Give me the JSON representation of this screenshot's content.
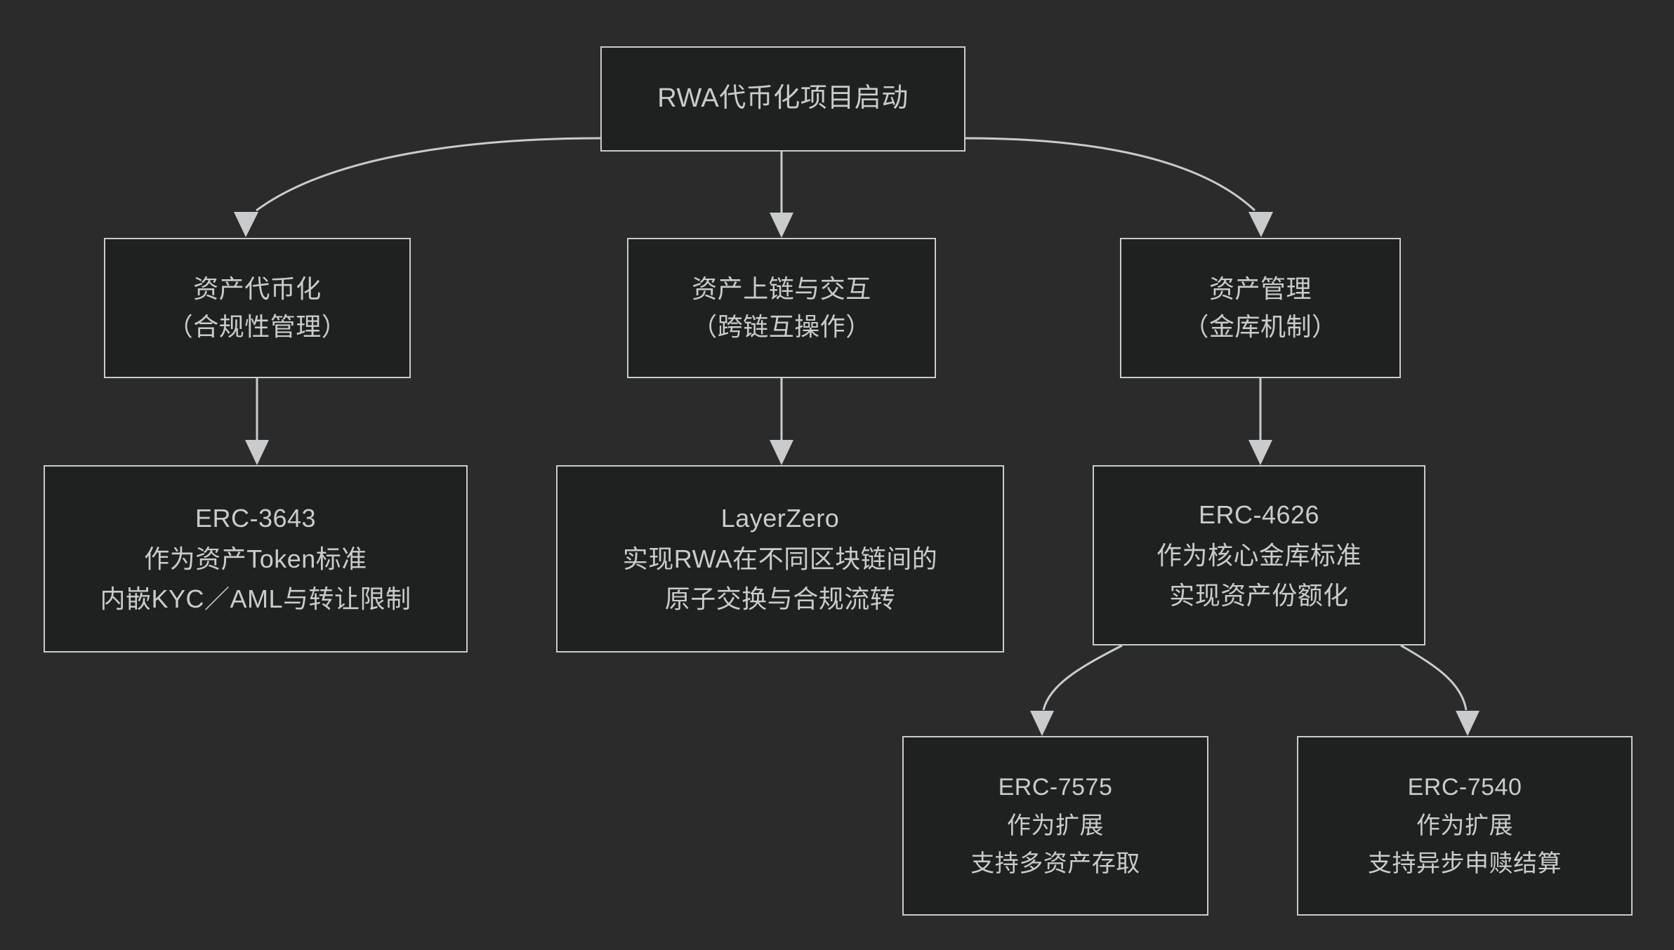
{
  "diagram": {
    "title": "RWA代币化项目启动",
    "background_color": "#2b2b2b",
    "node_fill_color": "#1f2020",
    "node_border_color": "#c9cbcc",
    "text_color": "#c9cbcc",
    "edge_color": "#c9cbcc"
  },
  "nodes": {
    "root": {
      "lines": [
        "RWA代币化项目启动"
      ]
    },
    "tokenization": {
      "lines": [
        "资产代币化",
        "（合规性管理）"
      ]
    },
    "onchain": {
      "lines": [
        "资产上链与交互",
        "（跨链互操作）"
      ]
    },
    "assetmgmt": {
      "lines": [
        "资产管理",
        "（金库机制）"
      ]
    },
    "erc3643": {
      "lines": [
        "ERC-3643",
        "作为资产Token标准",
        "内嵌KYC／AML与转让限制"
      ]
    },
    "layerzero": {
      "lines": [
        "LayerZero",
        "实现RWA在不同区块链间的",
        "原子交换与合规流转"
      ]
    },
    "erc4626": {
      "lines": [
        "ERC-4626",
        "作为核心金库标准",
        "实现资产份额化"
      ]
    },
    "erc7575": {
      "lines": [
        "ERC-7575",
        "作为扩展",
        "支持多资产存取"
      ]
    },
    "erc7540": {
      "lines": [
        "ERC-7540",
        "作为扩展",
        "支持异步申赎结算"
      ]
    }
  },
  "edges": [
    {
      "from": "root",
      "to": "tokenization",
      "style": "curved"
    },
    {
      "from": "root",
      "to": "onchain",
      "style": "straight"
    },
    {
      "from": "root",
      "to": "assetmgmt",
      "style": "curved"
    },
    {
      "from": "tokenization",
      "to": "erc3643",
      "style": "straight"
    },
    {
      "from": "onchain",
      "to": "layerzero",
      "style": "straight"
    },
    {
      "from": "assetmgmt",
      "to": "erc4626",
      "style": "straight"
    },
    {
      "from": "erc4626",
      "to": "erc7575",
      "style": "curved"
    },
    {
      "from": "erc4626",
      "to": "erc7540",
      "style": "curved"
    }
  ]
}
